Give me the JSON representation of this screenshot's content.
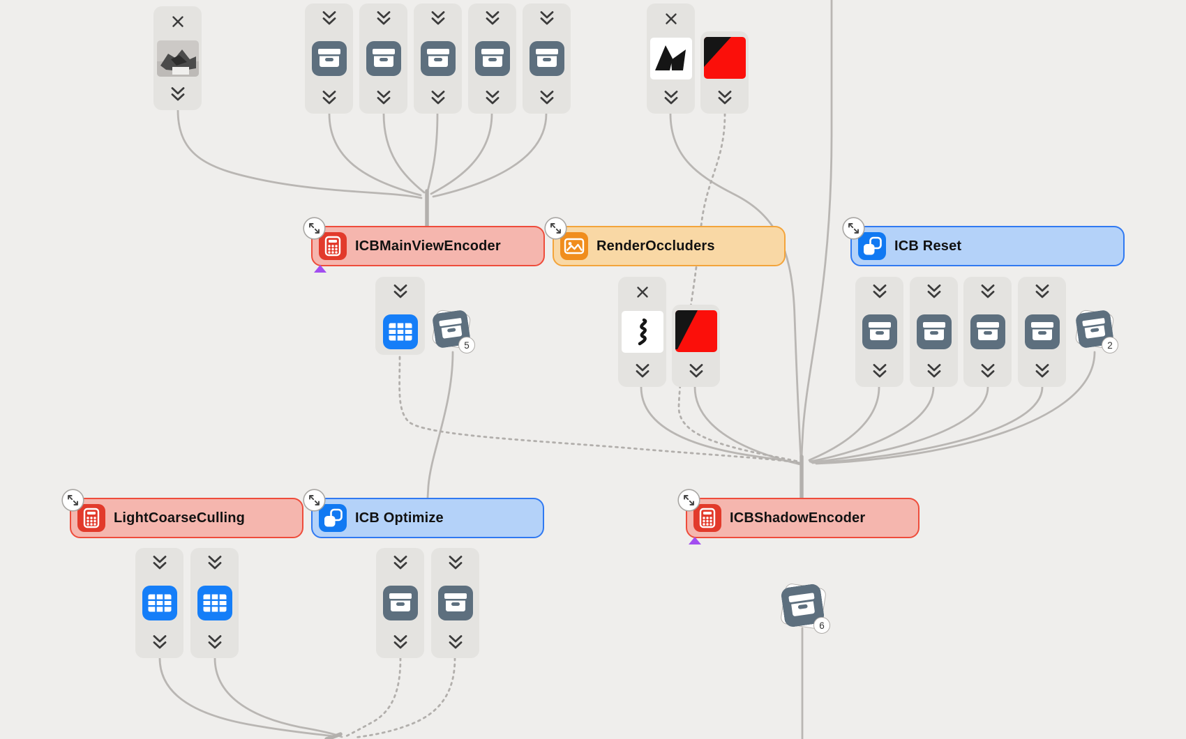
{
  "graph": {
    "nodes": {
      "main_view": {
        "label": "ICBMainViewEncoder"
      },
      "render_occluders": {
        "label": "RenderOccluders"
      },
      "icb_reset": {
        "label": "ICB Reset"
      },
      "light_coarse_culling": {
        "label": "LightCoarseCulling"
      },
      "icb_optimize": {
        "label": "ICB Optimize"
      },
      "shadow": {
        "label": "ICBShadowEncoder"
      }
    },
    "stacks": {
      "main_view_out": "5",
      "icb_reset_in": "2",
      "shadow_out": "6"
    }
  },
  "colors": {
    "encoder_red_fill": "#f5b6ae",
    "encoder_red_border": "#ee4c3b",
    "encoder_red_icon": "#e23a2b",
    "orange_fill": "#f9d8a5",
    "orange_border": "#f3a43b",
    "orange_icon": "#f08d1d",
    "blue_fill": "#b4d2f9",
    "blue_border": "#3079f1",
    "blue_icon": "#1179f2",
    "resource_slate": "#5d6f7e",
    "resource_grid_blue": "#157ef8",
    "edge_gray": "#b9b6b3",
    "marker_purple": "#a24df0",
    "card_gray": "#e4e3e0",
    "texture_red": "#fb0f0a"
  },
  "icons": {
    "chevrons": "double-chevron-down",
    "close": "x-mark",
    "tray": "archive-box",
    "grid": "table-cells",
    "expand": "diagonal-expand-arrows",
    "encoder": "keypad-grid",
    "icb": "square-on-square",
    "render": "photo"
  }
}
